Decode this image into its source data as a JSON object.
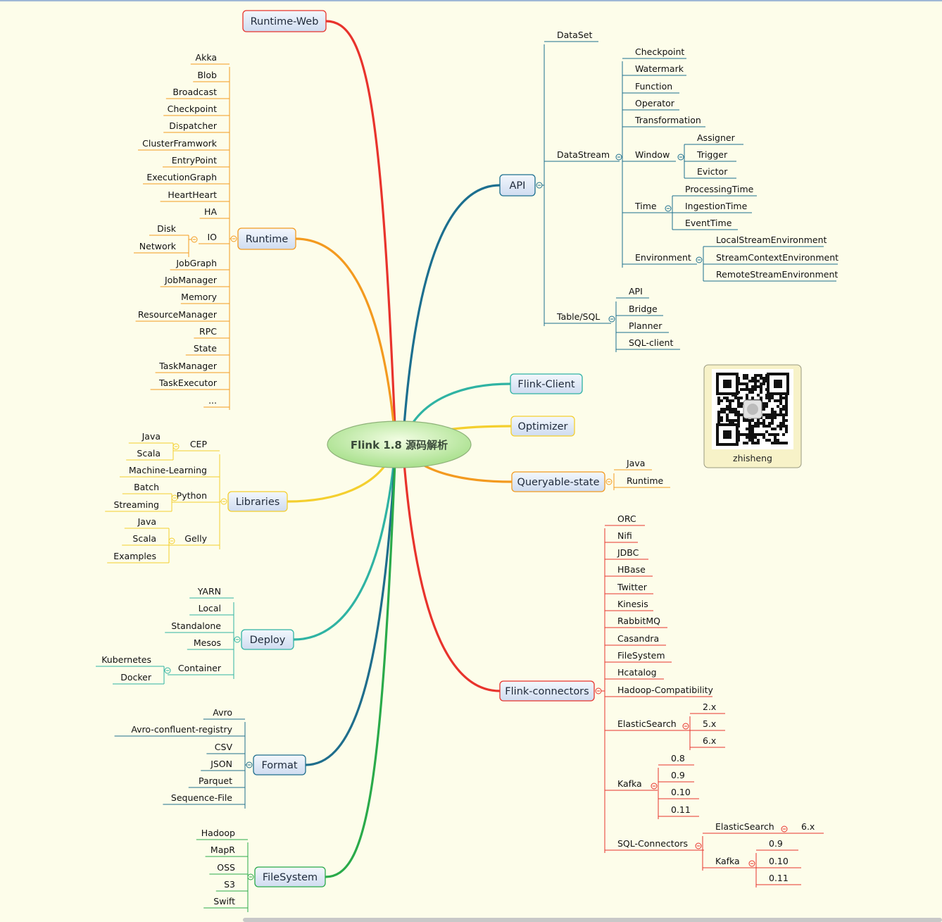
{
  "root": {
    "label": "Flink 1.8 源码解析"
  },
  "qr": {
    "caption": "zhisheng"
  },
  "branches": [
    {
      "name": "runtime-web",
      "label": "Runtime-Web",
      "color": "#e8332c",
      "children": []
    },
    {
      "name": "runtime",
      "label": "Runtime",
      "color": "#f39a1f",
      "children": [
        {
          "label": "Akka"
        },
        {
          "label": "Blob"
        },
        {
          "label": "Broadcast"
        },
        {
          "label": "Checkpoint"
        },
        {
          "label": "Dispatcher"
        },
        {
          "label": "ClusterFramwork"
        },
        {
          "label": "EntryPoint"
        },
        {
          "label": "ExecutionGraph"
        },
        {
          "label": "HeartHeart"
        },
        {
          "label": "HA"
        },
        {
          "label": "IO",
          "children": [
            {
              "label": "Disk"
            },
            {
              "label": "Network"
            }
          ]
        },
        {
          "label": "JobGraph"
        },
        {
          "label": "JobManager"
        },
        {
          "label": "Memory"
        },
        {
          "label": "ResourceManager"
        },
        {
          "label": "RPC"
        },
        {
          "label": "State"
        },
        {
          "label": "TaskManager"
        },
        {
          "label": "TaskExecutor"
        },
        {
          "label": "..."
        }
      ]
    },
    {
      "name": "libraries",
      "label": "Libraries",
      "color": "#f4cf2e",
      "children": [
        {
          "label": "CEP",
          "children": [
            {
              "label": "Java"
            },
            {
              "label": "Scala"
            }
          ]
        },
        {
          "label": "Machine-Learning"
        },
        {
          "label": "Python",
          "children": [
            {
              "label": "Batch"
            },
            {
              "label": "Streaming"
            }
          ]
        },
        {
          "label": "Gelly",
          "children": [
            {
              "label": "Java"
            },
            {
              "label": "Scala"
            },
            {
              "label": "Examples"
            }
          ]
        }
      ]
    },
    {
      "name": "deploy",
      "label": "Deploy",
      "color": "#2fb3a3",
      "children": [
        {
          "label": "YARN"
        },
        {
          "label": "Local"
        },
        {
          "label": "Standalone"
        },
        {
          "label": "Mesos"
        },
        {
          "label": "Container",
          "children": [
            {
              "label": "Kubernetes"
            },
            {
              "label": "Docker"
            }
          ]
        }
      ]
    },
    {
      "name": "format",
      "label": "Format",
      "color": "#1f6e8c",
      "children": [
        {
          "label": "Avro"
        },
        {
          "label": "Avro-confluent-registry"
        },
        {
          "label": "CSV"
        },
        {
          "label": "JSON"
        },
        {
          "label": "Parquet"
        },
        {
          "label": "Sequence-File"
        }
      ]
    },
    {
      "name": "filesystem",
      "label": "FileSystem",
      "color": "#2aaa4a",
      "children": [
        {
          "label": "Hadoop"
        },
        {
          "label": "MapR"
        },
        {
          "label": "OSS"
        },
        {
          "label": "S3"
        },
        {
          "label": "Swift"
        }
      ]
    },
    {
      "name": "api",
      "label": "API",
      "color": "#1c6f8f",
      "children": [
        {
          "label": "DataSet"
        },
        {
          "label": "DataStream",
          "children": [
            {
              "label": "Checkpoint"
            },
            {
              "label": "Watermark"
            },
            {
              "label": "Function"
            },
            {
              "label": "Operator"
            },
            {
              "label": "Transformation"
            },
            {
              "label": "Window",
              "children": [
                {
                  "label": "Assigner"
                },
                {
                  "label": "Trigger"
                },
                {
                  "label": "Evictor"
                }
              ]
            },
            {
              "label": "Time",
              "children": [
                {
                  "label": "ProcessingTime"
                },
                {
                  "label": "IngestionTime"
                },
                {
                  "label": "EventTime"
                }
              ]
            },
            {
              "label": "Environment",
              "children": [
                {
                  "label": "LocalStreamEnvironment"
                },
                {
                  "label": "StreamContextEnvironment"
                },
                {
                  "label": "RemoteStreamEnvironment"
                }
              ]
            }
          ]
        },
        {
          "label": "Table/SQL",
          "children": [
            {
              "label": "API"
            },
            {
              "label": "Bridge"
            },
            {
              "label": "Planner"
            },
            {
              "label": "SQL-client"
            }
          ]
        }
      ]
    },
    {
      "name": "flink-client",
      "label": "Flink-Client",
      "color": "#2fb3a3",
      "children": []
    },
    {
      "name": "optimizer",
      "label": "Optimizer",
      "color": "#f4cf2e",
      "children": []
    },
    {
      "name": "queryable-state",
      "label": "Queryable-state",
      "color": "#f39a1f",
      "children": [
        {
          "label": "Java"
        },
        {
          "label": "Runtime"
        }
      ]
    },
    {
      "name": "flink-connectors",
      "label": "Flink-connectors",
      "color": "#e8332c",
      "children": [
        {
          "label": "ORC"
        },
        {
          "label": "Nifi"
        },
        {
          "label": "JDBC"
        },
        {
          "label": "HBase"
        },
        {
          "label": "Twitter"
        },
        {
          "label": "Kinesis"
        },
        {
          "label": "RabbitMQ"
        },
        {
          "label": "Casandra"
        },
        {
          "label": "FileSystem"
        },
        {
          "label": "Hcatalog"
        },
        {
          "label": "Hadoop-Compatibility"
        },
        {
          "label": "ElasticSearch",
          "children": [
            {
              "label": "2.x"
            },
            {
              "label": "5.x"
            },
            {
              "label": "6.x"
            }
          ]
        },
        {
          "label": "Kafka",
          "children": [
            {
              "label": "0.8"
            },
            {
              "label": "0.9"
            },
            {
              "label": "0.10"
            },
            {
              "label": "0.11"
            }
          ]
        },
        {
          "label": "SQL-Connectors",
          "children": [
            {
              "label": "ElasticSearch",
              "children": [
                {
                  "label": "6.x"
                }
              ]
            },
            {
              "label": "Kafka",
              "children": [
                {
                  "label": "0.9"
                },
                {
                  "label": "0.10"
                },
                {
                  "label": "0.11"
                }
              ]
            }
          ]
        }
      ]
    }
  ]
}
